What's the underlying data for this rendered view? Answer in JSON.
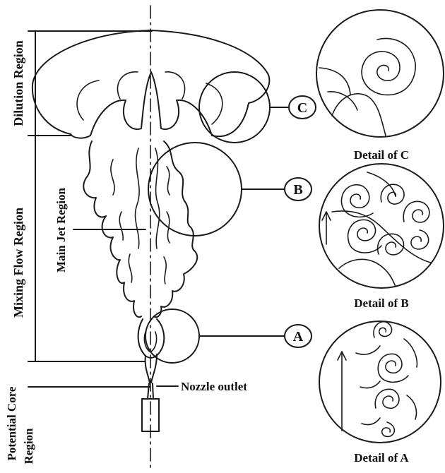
{
  "regions": {
    "dilution": "Dilution Region",
    "mixing": "Mixing Flow Region",
    "potential_core_line1": "Potential Core",
    "potential_core_line2": "Region",
    "main_jet": "Main Jet Region"
  },
  "callouts": {
    "a": "A",
    "b": "B",
    "c": "C"
  },
  "details": {
    "a": "Detail of A",
    "b": "Detail of B",
    "c": "Detail of C"
  },
  "nozzle_label": "Nozzle outlet"
}
